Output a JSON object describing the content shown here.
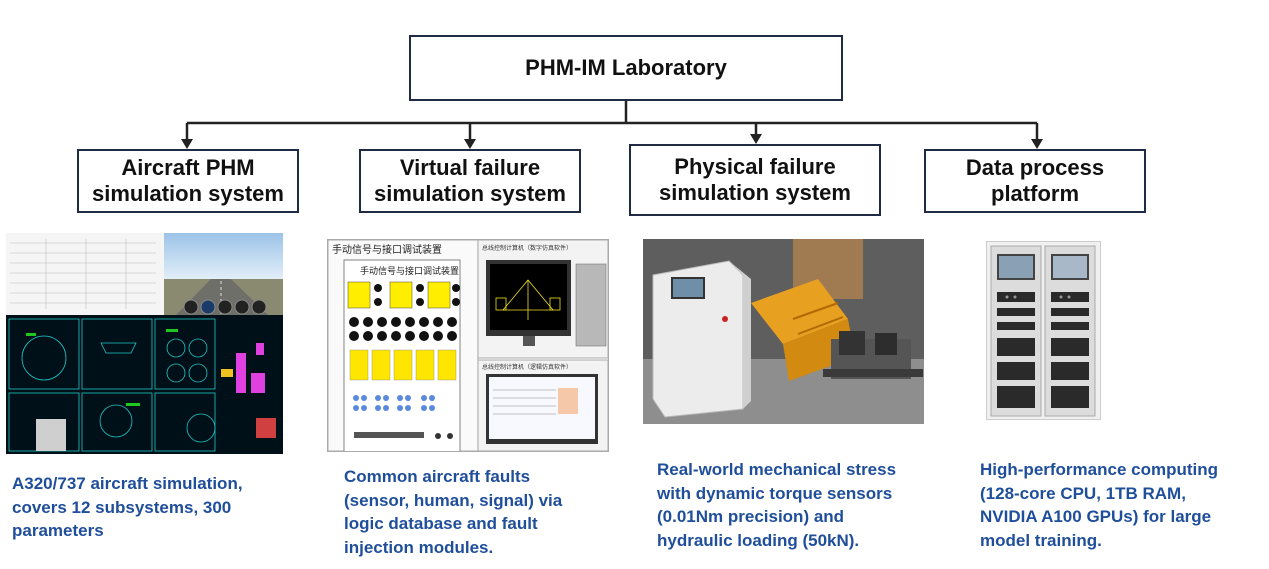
{
  "root": {
    "title": "PHM-IM Laboratory"
  },
  "branches": [
    {
      "id": "aircraft",
      "title_line1": "Aircraft PHM",
      "title_line2": "simulation system",
      "desc": [
        "A320/737 aircraft simulation,",
        "covers 12 subsystems, 300",
        "parameters"
      ],
      "image": "flight-simulator-screens"
    },
    {
      "id": "virtual",
      "title_line1": "Virtual failure",
      "title_line2": "simulation system",
      "desc": [
        "Common aircraft faults",
        "(sensor, human, signal) via",
        "logic database and fault",
        "injection modules."
      ],
      "image": "fault-injection-interface",
      "panel_title": "手动信号与接口调试装置",
      "panel_subtitle": "手动信号与接口调试装置",
      "screen_top_caption": "总线控制计算机（数字仿真软件）",
      "screen_bottom_caption": "总线控制计算机（逻辑仿真软件）"
    },
    {
      "id": "physical",
      "title_line1": "Physical failure",
      "title_line2": "simulation system",
      "desc": [
        "Real-world mechanical stress",
        "with dynamic torque sensors",
        "(0.01Nm precision) and",
        "hydraulic loading (50kN)."
      ],
      "image": "mechanical-test-rig-photo"
    },
    {
      "id": "data",
      "title_line1": "Data process",
      "title_line2": "platform",
      "desc": [
        "High-performance computing",
        "(128-core CPU, 1TB RAM,",
        "NVIDIA A100 GPUs) for large",
        "model training."
      ],
      "image": "server-rack-photo"
    }
  ],
  "colors": {
    "desc_text": "#1f4e9a",
    "box_border": "#1f2a44",
    "connector": "#222222"
  }
}
